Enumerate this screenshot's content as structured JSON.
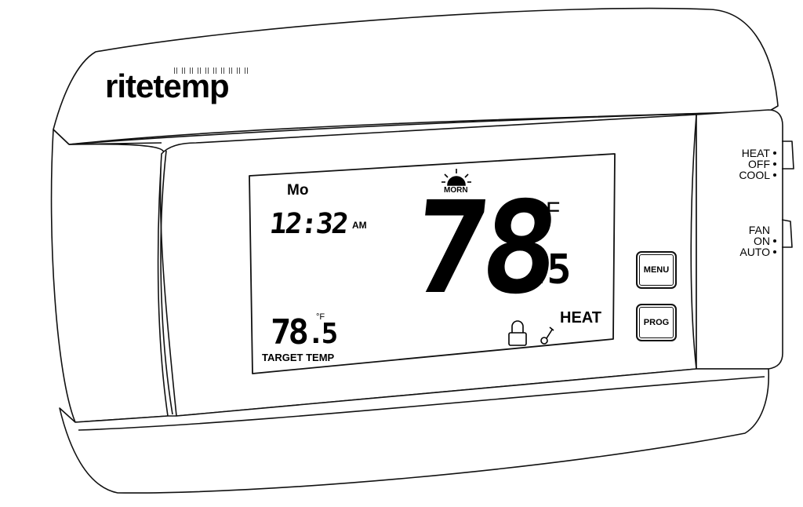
{
  "brand": {
    "logo_text": "ritetemp"
  },
  "display": {
    "day": "Mo",
    "time": "12:32",
    "time_period": "AM",
    "period_label": "MORN",
    "current_temp_int": "78",
    "current_temp_dec": ".5",
    "current_unit": "°F",
    "target_temp_int": "78",
    "target_temp_dec": ".5",
    "target_unit": "°F",
    "target_label": "TARGET TEMP",
    "mode_status": "HEAT",
    "lock_icon": "lock-icon",
    "wrench_icon": "service-icon",
    "sun_icon": "sunrise-icon"
  },
  "buttons": {
    "menu": "MENU",
    "prog": "PROG"
  },
  "system_switch": {
    "options": [
      "HEAT",
      "OFF",
      "COOL"
    ]
  },
  "fan_switch": {
    "title": "FAN",
    "options": [
      "ON",
      "AUTO"
    ]
  }
}
